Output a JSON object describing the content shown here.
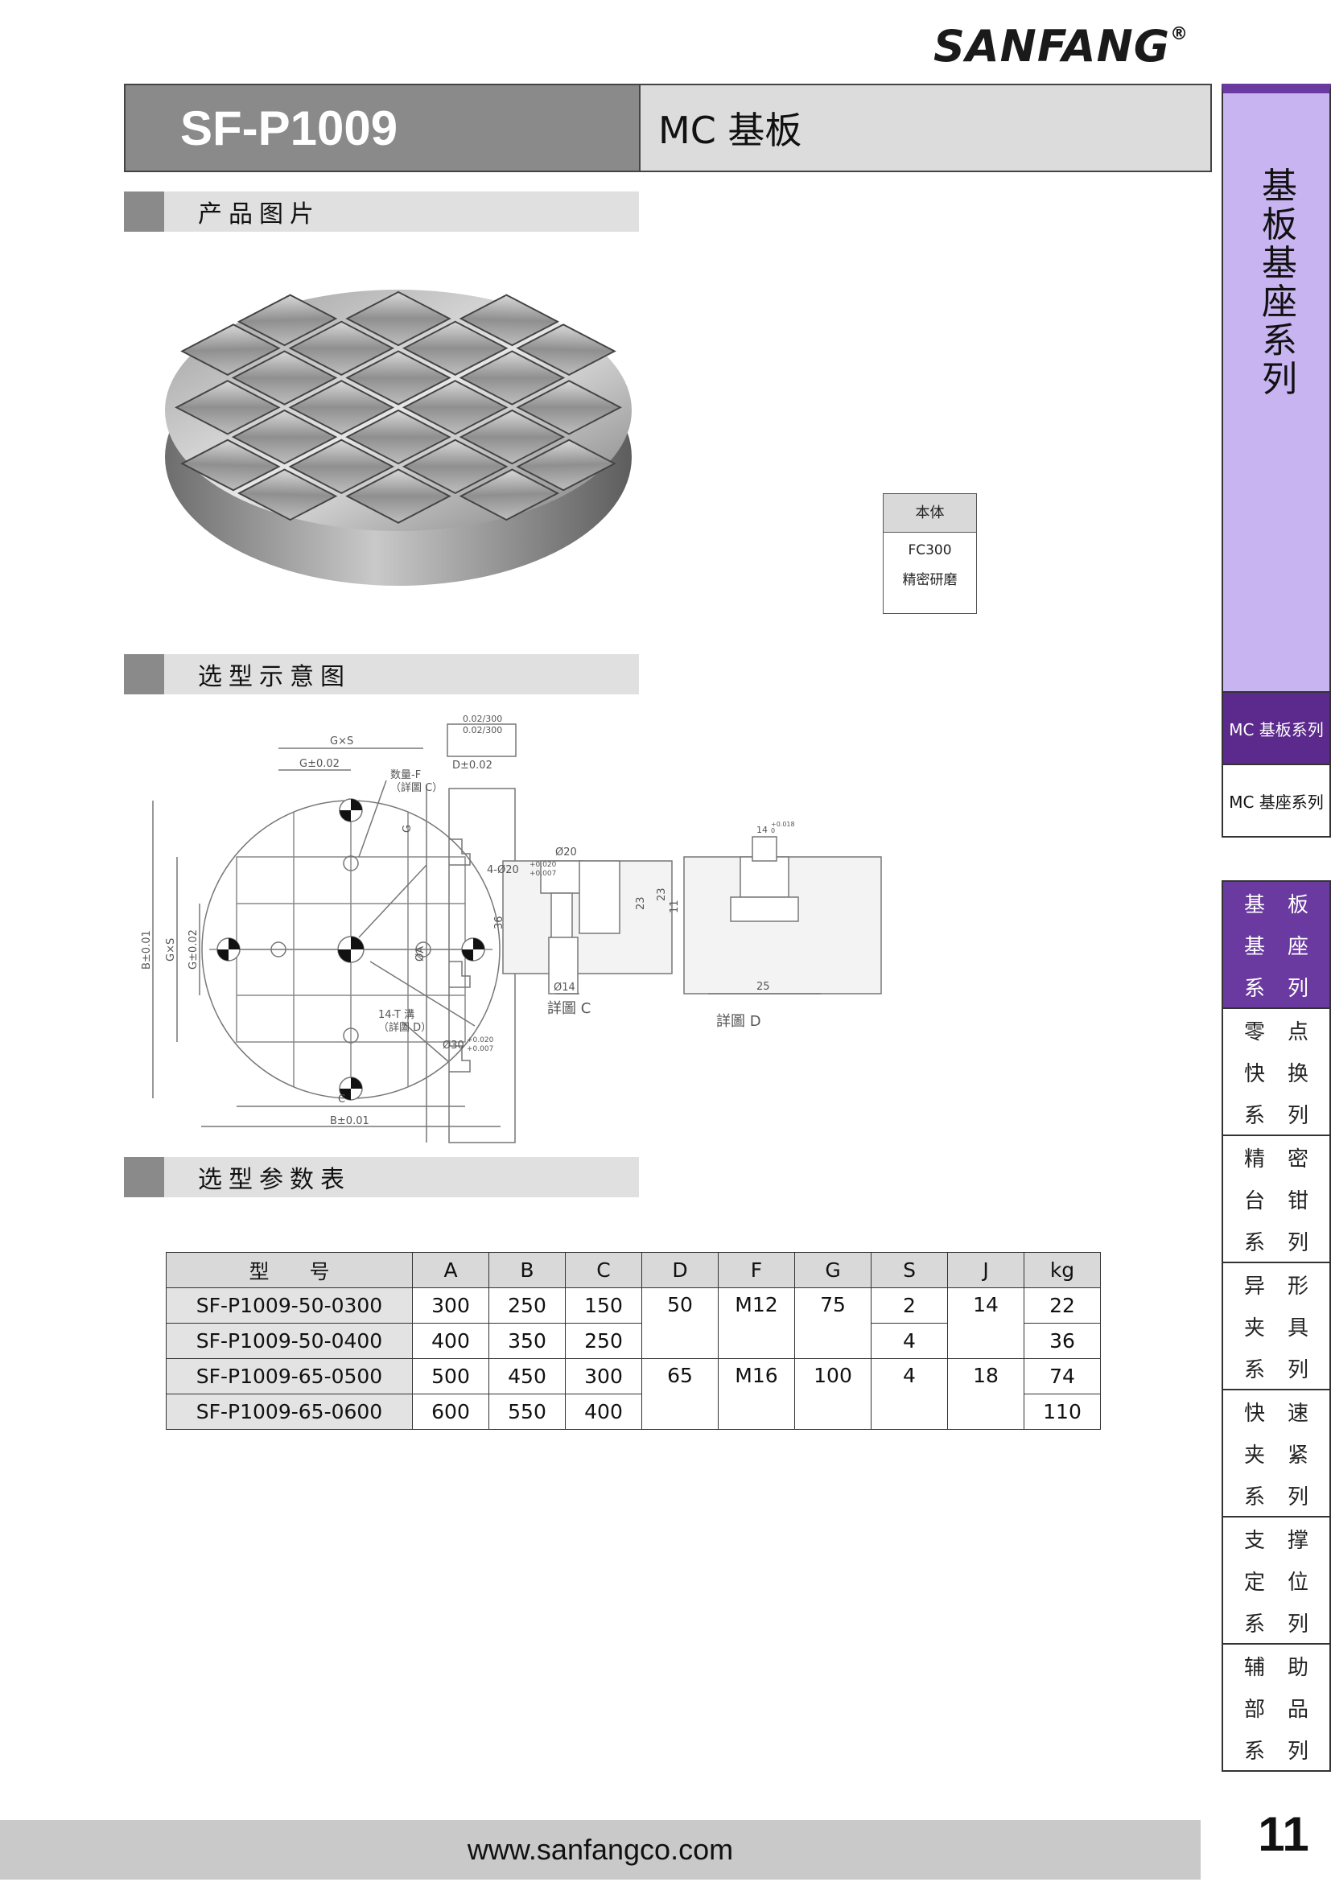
{
  "brand": {
    "logo_text": "SANFANG",
    "reg_mark": "®"
  },
  "header": {
    "model": "SF-P1009",
    "product_name": "MC 基板"
  },
  "sections": {
    "photo": "产品图片",
    "diagram": "选型示意图",
    "params": "选型参数表"
  },
  "material": {
    "header": "本体",
    "line1": "FC300",
    "line2": "精密研磨"
  },
  "drawing_labels": {
    "gxs": "G×S",
    "g002": "G±0.02",
    "hole_f": "数量-F",
    "hole_f_sub": "（詳圖 C）",
    "hole4": "4-Ø20",
    "tol_p": "+0.020",
    "tol_m": "+0.007",
    "hole30": "Ø30",
    "b001": "B±0.01",
    "b001_v": "B±0.01",
    "gxs_v": "G×S",
    "g002_v": "G±0.02",
    "c": "C",
    "t_slot": "14-T 溝",
    "t_slot_sub": "（詳圖 D）",
    "flat": "0.02/300",
    "par": "0.02/300",
    "d002": "D±0.02",
    "g_side": "G",
    "phi_a": "ØA",
    "d20": "Ø20",
    "d36": "36",
    "d23": "23",
    "d14": "Ø14",
    "detail_c": "詳圖 C",
    "d14t": "14",
    "tol_t": "+0.018",
    "tol_t2": "0",
    "d23b": "23",
    "d11": "11",
    "d25": "25",
    "detail_d": "詳圖 D"
  },
  "table": {
    "headers": [
      "型　　号",
      "A",
      "B",
      "C",
      "D",
      "F",
      "G",
      "S",
      "J",
      "kg"
    ],
    "rows": [
      [
        "SF-P1009-50-0300",
        "300",
        "250",
        "150",
        "50",
        "M12",
        "75",
        "2",
        "14",
        "22"
      ],
      [
        "SF-P1009-50-0400",
        "400",
        "350",
        "250",
        "",
        "",
        "",
        "4",
        "",
        "36"
      ],
      [
        "SF-P1009-65-0500",
        "500",
        "450",
        "300",
        "65",
        "M16",
        "100",
        "4",
        "18",
        "74"
      ],
      [
        "SF-P1009-65-0600",
        "600",
        "550",
        "400",
        "",
        "",
        "",
        "",
        "",
        "110"
      ]
    ]
  },
  "sidebar": {
    "main_title": "基板基座系列",
    "sub_items": [
      "MC 基板系列",
      "MC 基座系列"
    ],
    "categories": [
      [
        "基",
        "板",
        "基",
        "座",
        "系",
        "列"
      ],
      [
        "零",
        "点",
        "快",
        "换",
        "系",
        "列"
      ],
      [
        "精",
        "密",
        "台",
        "钳",
        "系",
        "列"
      ],
      [
        "异",
        "形",
        "夹",
        "具",
        "系",
        "列"
      ],
      [
        "快",
        "速",
        "夹",
        "紧",
        "系",
        "列"
      ],
      [
        "支",
        "撑",
        "定",
        "位",
        "系",
        "列"
      ],
      [
        "辅",
        "助",
        "部",
        "品",
        "系",
        "列"
      ]
    ]
  },
  "footer": {
    "url": "www.sanfangco.com",
    "page": "11"
  },
  "colors": {
    "accent_purple": "#6a3aa0",
    "light_purple": "#c8b4f0",
    "header_gray": "#8a8a8a"
  }
}
